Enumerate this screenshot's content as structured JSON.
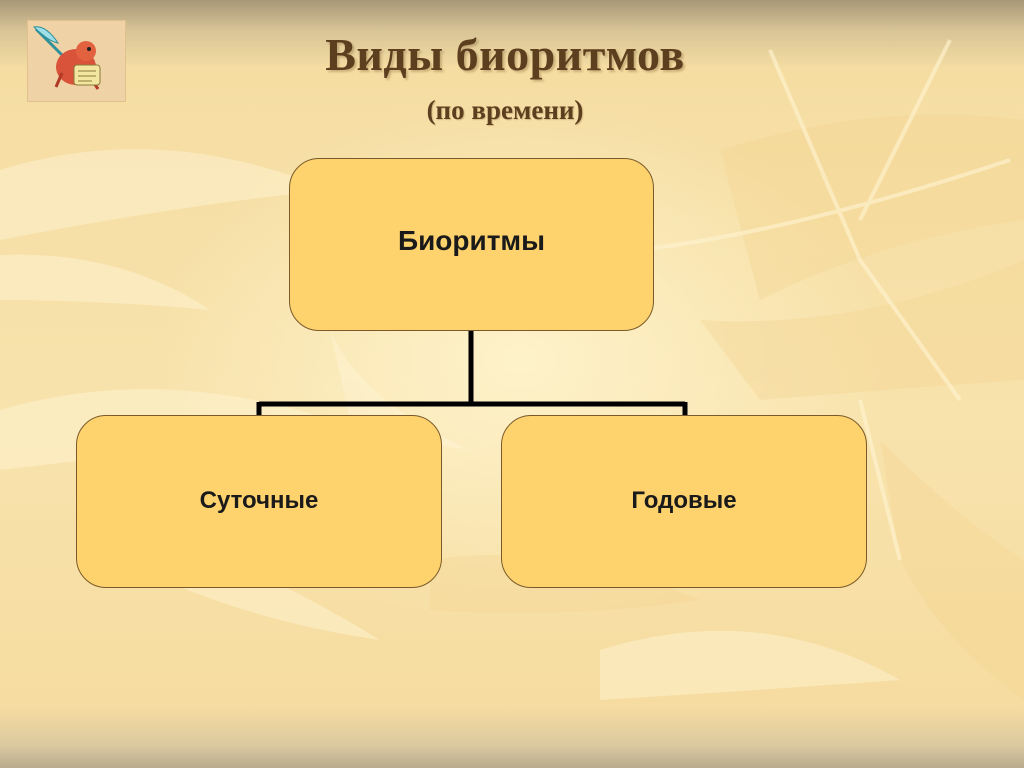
{
  "slide": {
    "title": "Виды биоритмов",
    "subtitle": "(по времени)"
  },
  "diagram": {
    "root": {
      "label": "Биоритмы"
    },
    "children": [
      {
        "label": "Суточные"
      },
      {
        "label": "Годовые"
      }
    ]
  },
  "colors": {
    "background": "#f7e0a6",
    "title_text": "#5c3f1f",
    "node_fill": "#fed36e",
    "node_border": "#7a5a2a",
    "connector": "#000000"
  },
  "icons": {
    "clipart": "cartoon-scribe-with-quill-icon"
  }
}
